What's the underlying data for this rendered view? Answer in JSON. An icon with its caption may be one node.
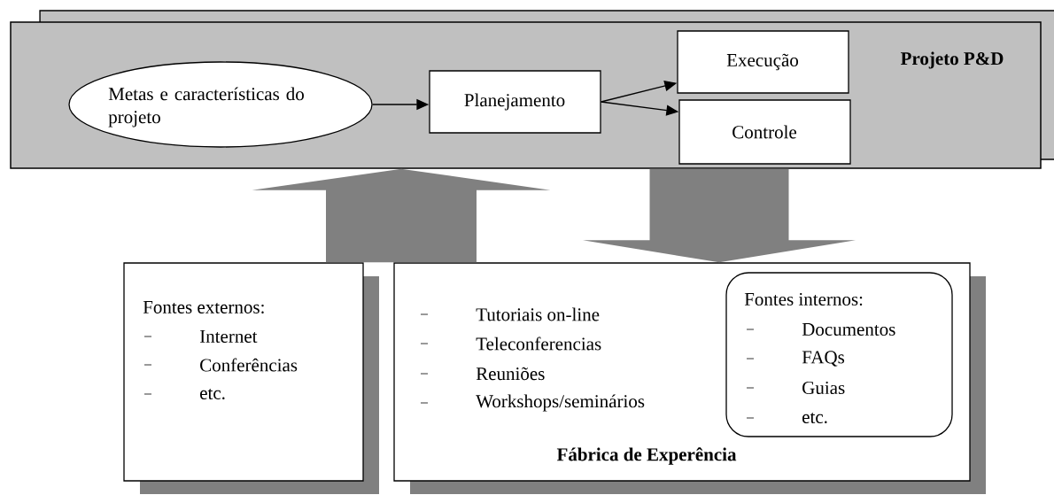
{
  "diagram": {
    "nodes": [
      {
        "text": [
          "Projeto P&D"
        ]
      },
      {
        "text": [
          "Metas e características do projeto"
        ],
        "in": 0
      },
      {
        "text": [
          "Planejamento"
        ],
        "in": 0
      },
      {
        "text": [
          "Execução"
        ],
        "in": 0
      },
      {
        "text": [
          "Controle"
        ],
        "in": 0
      },
      {
        "text": [
          "Fontes externos:",
          "Internet",
          "Conferências",
          "etc."
        ]
      },
      {
        "text": [
          "Tutoriais on-line",
          "Teleconferencias",
          "Reuniões",
          "Workshops/seminários",
          "Fábrica de Experência"
        ]
      },
      {
        "text": [
          "Fontes internos:",
          "Documentos",
          "FAQs",
          "Guias",
          "etc."
        ],
        "in": 6
      }
    ],
    "edges": [
      {
        "from": 1,
        "to": 2,
        "arrow": "to"
      },
      {
        "from": 2,
        "to": 3,
        "arrow": "to"
      },
      {
        "from": 2,
        "to": 4,
        "arrow": "to"
      },
      {
        "from": 5,
        "to": 0,
        "arrow": "to",
        "style": "thick",
        "color": "#808080"
      },
      {
        "from": 0,
        "to": 6,
        "arrow": "to",
        "style": "thick",
        "color": "#808080"
      }
    ]
  }
}
